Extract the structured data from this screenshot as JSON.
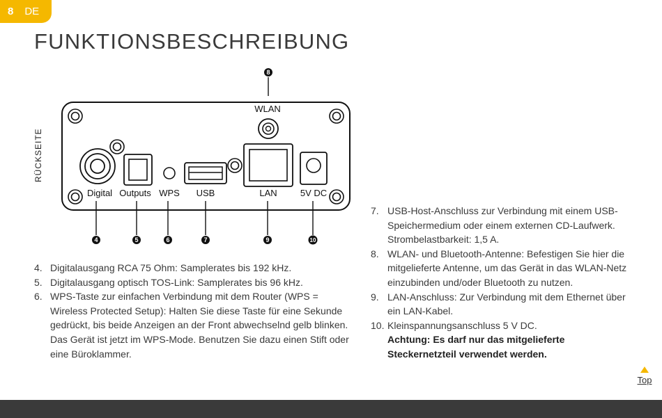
{
  "header": {
    "page_number": "8",
    "language": "DE"
  },
  "title": "FUNKTIONSBESCHREIBUNG",
  "diagram": {
    "side_label": "RÜCKSEITE",
    "labels": {
      "wlan": "WLAN",
      "digital": "Digital",
      "outputs": "Outputs",
      "wps": "WPS",
      "usb": "USB",
      "lan": "LAN",
      "dc": "5V DC"
    },
    "callouts": {
      "c8": "8",
      "c4": "4",
      "c5": "5",
      "c6": "6",
      "c7": "7",
      "c9": "9",
      "c10": "10"
    }
  },
  "left_list": [
    {
      "num": "4.",
      "text": "Digitalausgang RCA 75 Ohm: Samplerates bis 192 kHz."
    },
    {
      "num": "5.",
      "text": "Digitalausgang optisch TOS-Link: Samplerates bis 96 kHz."
    },
    {
      "num": "6.",
      "text": "WPS-Taste zur einfachen Verbindung mit dem Router (WPS = Wireless Protected Setup): Halten Sie diese Taste für eine Sekunde gedrückt, bis beide Anzeigen an der Front abwechselnd gelb blinken. Das Gerät ist jetzt im WPS-Mode. Benutzen Sie dazu einen Stift oder eine Büroklammer."
    }
  ],
  "right_list": [
    {
      "num": "7.",
      "text": "USB-Host-Anschluss zur Verbindung mit einem USB-Speichermedium oder einem externen CD-Laufwerk. Strombelastbarkeit: 1,5 A."
    },
    {
      "num": "8.",
      "text": "WLAN- und Bluetooth-Antenne: Befestigen Sie hier die mitgelieferte Antenne, um das Gerät in das WLAN-Netz einzubinden und/oder Bluetooth zu nutzen."
    },
    {
      "num": "9.",
      "text": "LAN-Anschluss: Zur Verbindung mit dem Ethernet über ein LAN-Kabel."
    },
    {
      "num": "10.",
      "text": "Kleinspannungsanschluss 5 V DC.",
      "note": "Achtung: Es darf nur das mitgelieferte Steckernetzteil verwendet werden."
    }
  ],
  "top_link": "Top",
  "colors": {
    "accent": "#f5b800",
    "footer": "#3a3a3a",
    "text": "#3a3a3a"
  }
}
